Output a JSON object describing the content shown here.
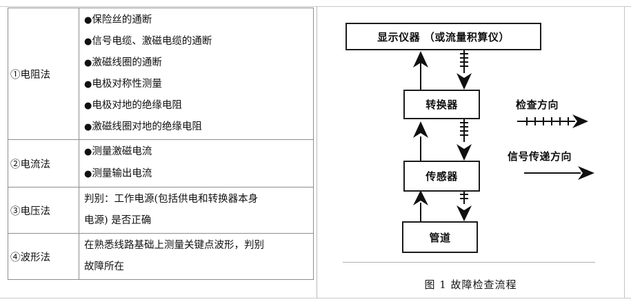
{
  "document": {
    "left_column": {
      "table": {
        "rows": [
          {
            "method": "①电阻法",
            "kind": "bullets",
            "items": [
              "保险丝的通断",
              "信号电缆、激磁电缆的通断",
              "激磁线圈的通断",
              "电极对称性测量",
              "电极对地的绝缘电阻",
              "激磁线圈对地的绝缘电阻"
            ]
          },
          {
            "method": "②电流法",
            "kind": "bullets",
            "items": [
              "测量激磁电流",
              "测量输出电流"
            ]
          },
          {
            "method": "③电压法",
            "kind": "paragraph",
            "lines": [
              "判别：工作电源(包括供电和转换器本身",
              "电源) 是否正确"
            ]
          },
          {
            "method": "④波形法",
            "kind": "paragraph",
            "lines": [
              "在熟悉线路基础上测量关键点波形，判别",
              "故障所在"
            ]
          }
        ],
        "bullet_glyph": "●"
      }
    },
    "right_column": {
      "figure": {
        "nodes": [
          {
            "id": "display",
            "label": "显示仪器 （或流量积算仪）"
          },
          {
            "id": "converter",
            "label": "转换器"
          },
          {
            "id": "sensor",
            "label": "传感器"
          },
          {
            "id": "pipe",
            "label": "管道"
          }
        ],
        "legend": [
          {
            "id": "inspect-direction",
            "label": "检查方向",
            "style": "hatched-arrow"
          },
          {
            "id": "signal-direction",
            "label": "信号传递方向",
            "style": "plain-arrow"
          }
        ],
        "caption": "图 1  故障检查流程"
      }
    }
  },
  "colors": {
    "ink": "#111111",
    "table_border": "#8d8d8d",
    "rule": "#c9c9c9",
    "diagram_stroke": "#1b1b1b"
  }
}
